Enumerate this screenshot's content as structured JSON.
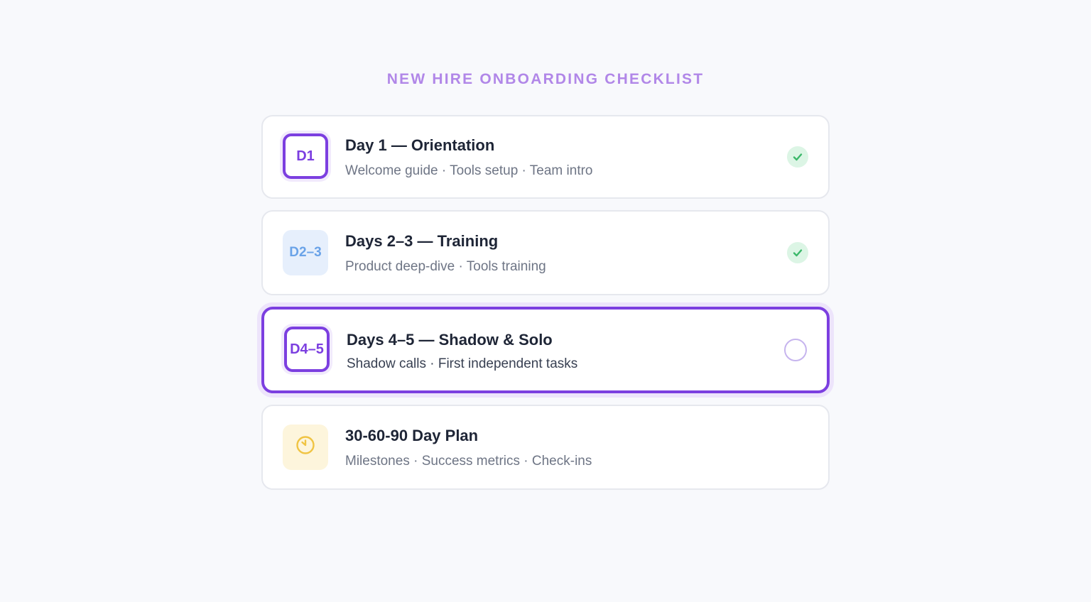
{
  "heading": "NEW HIRE ONBOARDING CHECKLIST",
  "colors": {
    "accent": "#7c3fe0",
    "heading": "#b187e8",
    "check_bg": "#dcf5e5",
    "check": "#3bb86a",
    "blue_badge": "#6aa3e8",
    "yellow_icon": "#f0c443"
  },
  "items": [
    {
      "badge": "D1",
      "title": "Day 1 — Orientation",
      "subtitle": "Welcome guide · Tools setup · Team intro",
      "status": "completed",
      "icon": "check-icon"
    },
    {
      "badge": "D2–3",
      "title": "Days 2–3 — Training",
      "subtitle": "Product deep-dive · Tools training",
      "status": "completed",
      "icon": "check-icon"
    },
    {
      "badge": "D4–5",
      "title": "Days 4–5 — Shadow & Solo",
      "subtitle": "Shadow calls · First independent tasks",
      "status": "active",
      "icon": "radio-empty-icon"
    },
    {
      "badge_icon": "clock-icon",
      "title": "30-60-90 Day Plan",
      "subtitle": "Milestones · Success metrics · Check-ins",
      "status": "upcoming"
    }
  ]
}
